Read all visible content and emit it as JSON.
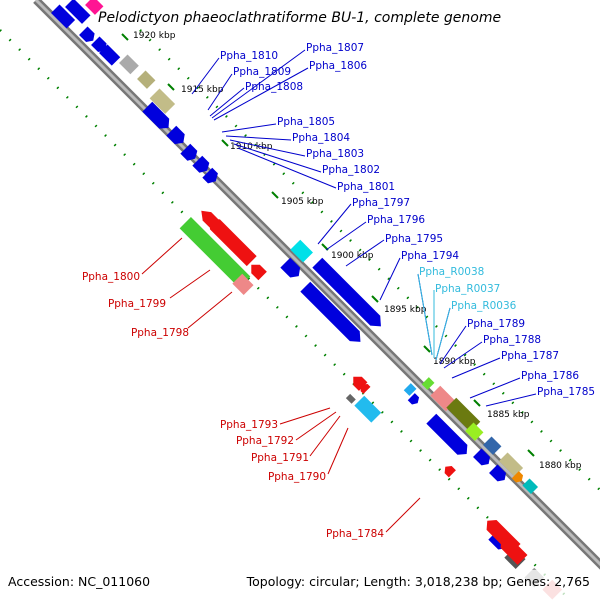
{
  "title": "Pelodictyon phaeoclathratiforme BU-1, complete genome",
  "accession": "Accession: NC_011060",
  "summary": "Topology: circular; Length: 3,018,238 bp; Genes: 2,765",
  "colors": {
    "backbone": "#8c8c8c",
    "tick": "#008000",
    "forward_label": "#0000cc",
    "reverse_label": "#cc0000",
    "rna_label": "#33bbdd"
  },
  "ticks": [
    "1920 kbp",
    "1915 kbp",
    "1910 kbp",
    "1905 kbp",
    "1900 kbp",
    "1895 kbp",
    "1890 kbp",
    "1885 kbp",
    "1880 kbp"
  ],
  "forward_labels": [
    "Ppha_1810",
    "Ppha_1809",
    "Ppha_1808",
    "Ppha_1807",
    "Ppha_1806",
    "Ppha_1805",
    "Ppha_1804",
    "Ppha_1803",
    "Ppha_1802",
    "Ppha_1801",
    "Ppha_1797",
    "Ppha_1796",
    "Ppha_1795",
    "Ppha_1794",
    "Ppha_R0038",
    "Ppha_R0037",
    "Ppha_R0036",
    "Ppha_1789",
    "Ppha_1788",
    "Ppha_1787",
    "Ppha_1786",
    "Ppha_1785"
  ],
  "reverse_labels": [
    "Ppha_1800",
    "Ppha_1799",
    "Ppha_1798",
    "Ppha_1793",
    "Ppha_1792",
    "Ppha_1791",
    "Ppha_1790",
    "Ppha_1784"
  ]
}
